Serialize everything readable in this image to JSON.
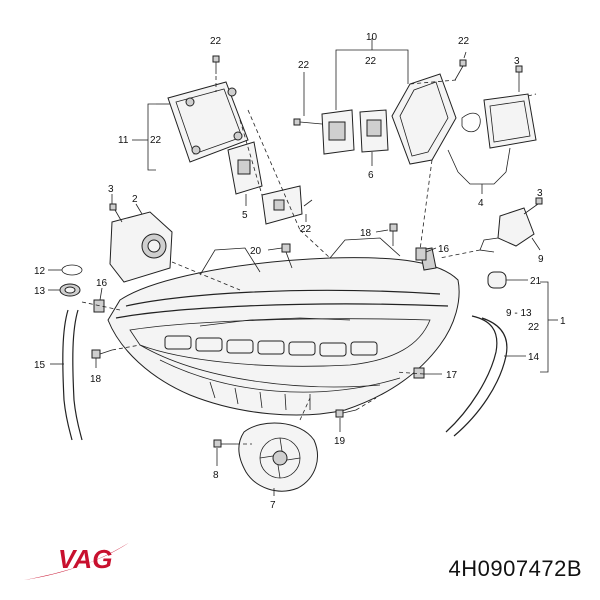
{
  "labels": {
    "l22a": "22",
    "l10": "10",
    "l22b": "22",
    "l22c": "22",
    "l22d": "22",
    "l3a": "3",
    "l11": "11",
    "l22e": "22",
    "l5": "5",
    "l6": "6",
    "l22f": "22",
    "l4": "4",
    "l3b": "3",
    "l2": "2",
    "l3c": "3",
    "l18a": "18",
    "l20": "20",
    "l16a": "16",
    "l12": "12",
    "l13a": "13",
    "l16b": "16",
    "l9": "9",
    "l21": "21",
    "l913": "9 - 13",
    "l22g": "22",
    "l1": "1",
    "l14": "14",
    "l15": "15",
    "l18b": "18",
    "l17": "17",
    "l19": "19",
    "l8": "8",
    "l7": "7"
  },
  "brand": {
    "name": "VAG",
    "color": "#c8102e"
  },
  "part_number": "4H0907472B"
}
